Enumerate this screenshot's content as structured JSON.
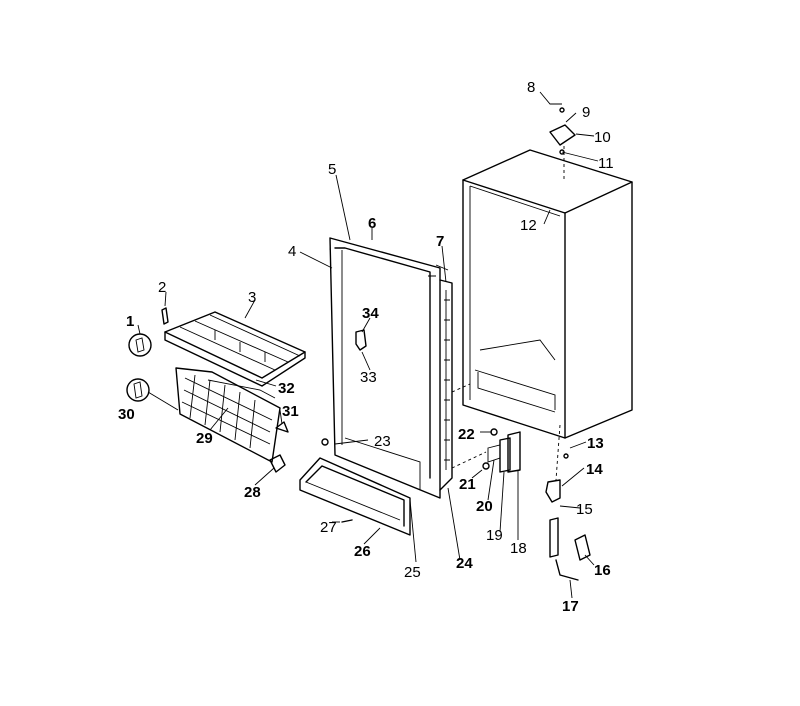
{
  "callouts": {
    "c1": "1",
    "c2": "2",
    "c3": "3",
    "c4": "4",
    "c5": "5",
    "c6": "6",
    "c7": "7",
    "c8": "8",
    "c9": "9",
    "c10": "10",
    "c11": "11",
    "c12": "12",
    "c13": "13",
    "c14": "14",
    "c15": "15",
    "c16": "16",
    "c17": "17",
    "c18": "18",
    "c19": "19",
    "c20": "20",
    "c21": "21",
    "c22": "22",
    "c23": "23",
    "c24": "24",
    "c25": "25",
    "c26": "26",
    "c27": "27",
    "c28": "28",
    "c29": "29",
    "c30": "30",
    "c31": "31",
    "c32": "32",
    "c33": "33",
    "c34": "34"
  }
}
